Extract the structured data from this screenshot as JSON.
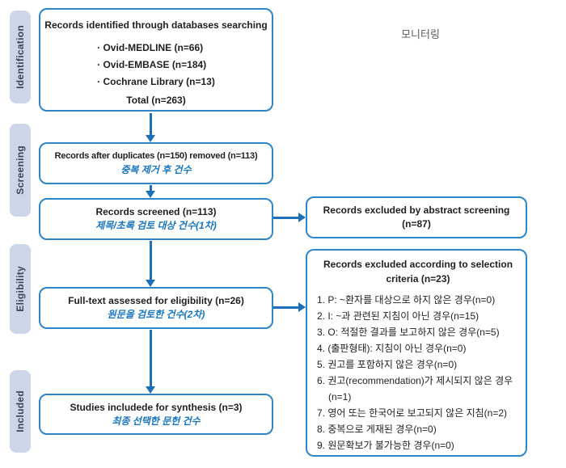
{
  "page": {
    "monitoring_label": "모니터링"
  },
  "colors": {
    "border-blue": "#2e86c6",
    "arrow-blue": "#1d6fb8",
    "ko-blue": "#1a76bd",
    "label-bg": "#cdd5e9",
    "label-text": "#3d4454",
    "ink": "#1f1f1f",
    "gray-text": "#5b5b64"
  },
  "stages": [
    {
      "label": "Identification"
    },
    {
      "label": "Screening"
    },
    {
      "label": "Eligibility"
    },
    {
      "label": "Included"
    }
  ],
  "boxes": {
    "identified": {
      "title": "Records identified through databases searching",
      "items": [
        "· Ovid-MEDLINE (n=66)",
        "· Ovid-EMBASE (n=184)",
        "· Cochrane Library (n=13)"
      ],
      "total": "Total (n=263)"
    },
    "duplicates": {
      "en": "Records after duplicates (n=150) removed (n=113)",
      "ko": "중복 제거 후 건수"
    },
    "screened": {
      "en": "Records screened (n=113)",
      "ko": "제목/초록 검토 대상 건수(1차)"
    },
    "fulltext": {
      "en": "Full-text assessed for eligibility (n=26)",
      "ko": "원문을 검토한 건수(2차)"
    },
    "included": {
      "en": "Studies includede for synthesis (n=3)",
      "ko": "최종 선택한 문헌 건수"
    },
    "excluded_abstract": {
      "text": "Records excluded by abstract screening (n=87)"
    },
    "excluded_criteria": {
      "title": "Records excluded according to selection criteria (n=23)",
      "items": [
        "1. P: ~환자를 대상으로 하지 않은 경우(n=0)",
        "2. I: ~과 관련된 지침이 아닌 경우(n=15)",
        "3. O: 적절한 결과를 보고하지 않은 경우(n=5)",
        "4. (출판형태): 지침이 아닌 경우(n=0)",
        "5. 권고를 포함하지 않은 경우(n=0)",
        "6. 권고(recommendation)가 제시되지 않은 경우 (n=1)",
        "7. 영어 또는 한국어로 보고되지 않은 지침(n=2)",
        "8. 중복으로 게재된 경우(n=0)",
        "9. 원문확보가 불가능한 경우(n=0)"
      ]
    }
  }
}
